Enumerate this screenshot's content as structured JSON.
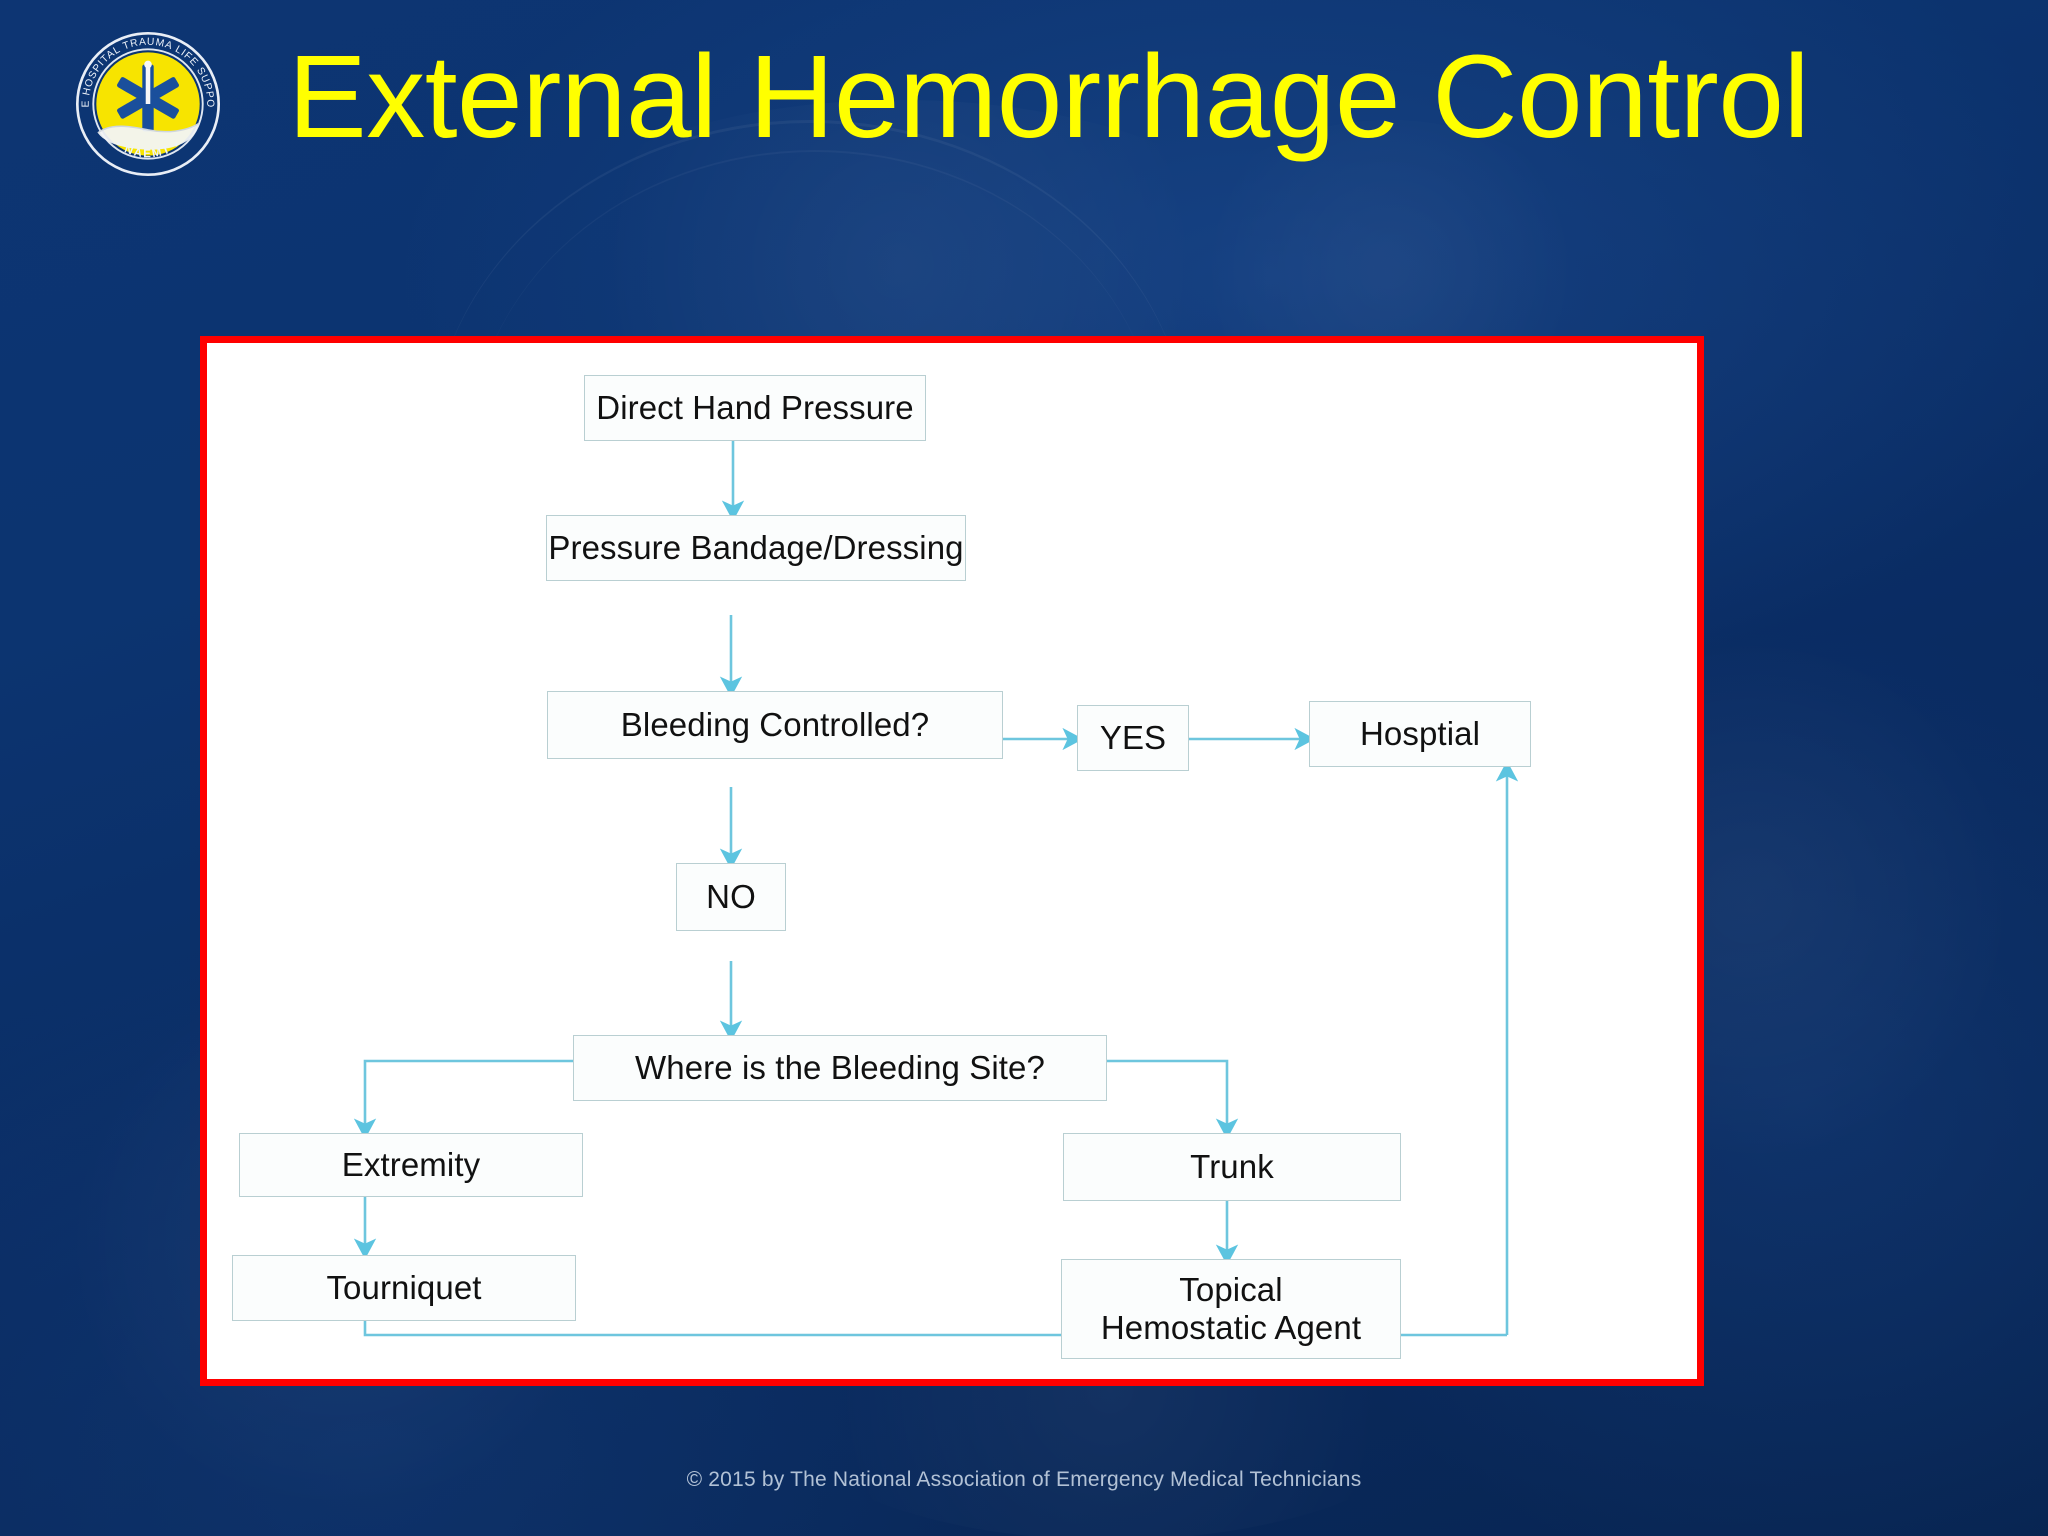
{
  "slide": {
    "title": "External Hemorrhage Control",
    "title_color": "#ffff00",
    "background_color": "#0a2f6b",
    "frame_border_color": "#ff0000",
    "frame_fill_color": "#ffffff"
  },
  "logo": {
    "name": "phtls-naemt-logo",
    "ring_text_top": "PRE HOSPITAL TRAUMA LIFE SUPPORT",
    "ring_text_bottom": "NAEMT",
    "disc_color": "#f7e400",
    "ring_color": "#ffffff",
    "star_color": "#1a4f9c"
  },
  "chart_data": {
    "type": "diagram",
    "title": "External Hemorrhage Control",
    "line_color": "#5cc4e0",
    "node_border_color": "#b9cfd2",
    "node_fill_color": "#fbfdfd",
    "nodes": [
      {
        "id": "direct_hand_pressure",
        "label": "Direct Hand Pressure"
      },
      {
        "id": "pressure_bandage",
        "label": "Pressure Bandage/Dressing"
      },
      {
        "id": "bleeding_controlled",
        "label": "Bleeding Controlled?"
      },
      {
        "id": "yes",
        "label": "YES"
      },
      {
        "id": "hospital",
        "label": "Hosptial"
      },
      {
        "id": "no",
        "label": "NO"
      },
      {
        "id": "bleeding_site",
        "label": "Where is the Bleeding Site?"
      },
      {
        "id": "extremity",
        "label": "Extremity"
      },
      {
        "id": "trunk",
        "label": "Trunk"
      },
      {
        "id": "tourniquet",
        "label": "Tourniquet"
      },
      {
        "id": "topical_hemostatic",
        "label": "Topical\nHemostatic Agent"
      }
    ],
    "edges": [
      {
        "from": "direct_hand_pressure",
        "to": "pressure_bandage",
        "label": ""
      },
      {
        "from": "pressure_bandage",
        "to": "bleeding_controlled",
        "label": ""
      },
      {
        "from": "bleeding_controlled",
        "to": "yes",
        "label": ""
      },
      {
        "from": "yes",
        "to": "hospital",
        "label": ""
      },
      {
        "from": "bleeding_controlled",
        "to": "no",
        "label": ""
      },
      {
        "from": "no",
        "to": "bleeding_site",
        "label": ""
      },
      {
        "from": "bleeding_site",
        "to": "extremity",
        "label": ""
      },
      {
        "from": "bleeding_site",
        "to": "trunk",
        "label": ""
      },
      {
        "from": "extremity",
        "to": "tourniquet",
        "label": ""
      },
      {
        "from": "trunk",
        "to": "topical_hemostatic",
        "label": ""
      },
      {
        "from": "tourniquet",
        "to": "hospital",
        "label": ""
      },
      {
        "from": "topical_hemostatic",
        "to": "hospital",
        "label": ""
      }
    ]
  },
  "footer": {
    "copyright": "© 2015 by The National Association of Emergency Medical Technicians"
  }
}
